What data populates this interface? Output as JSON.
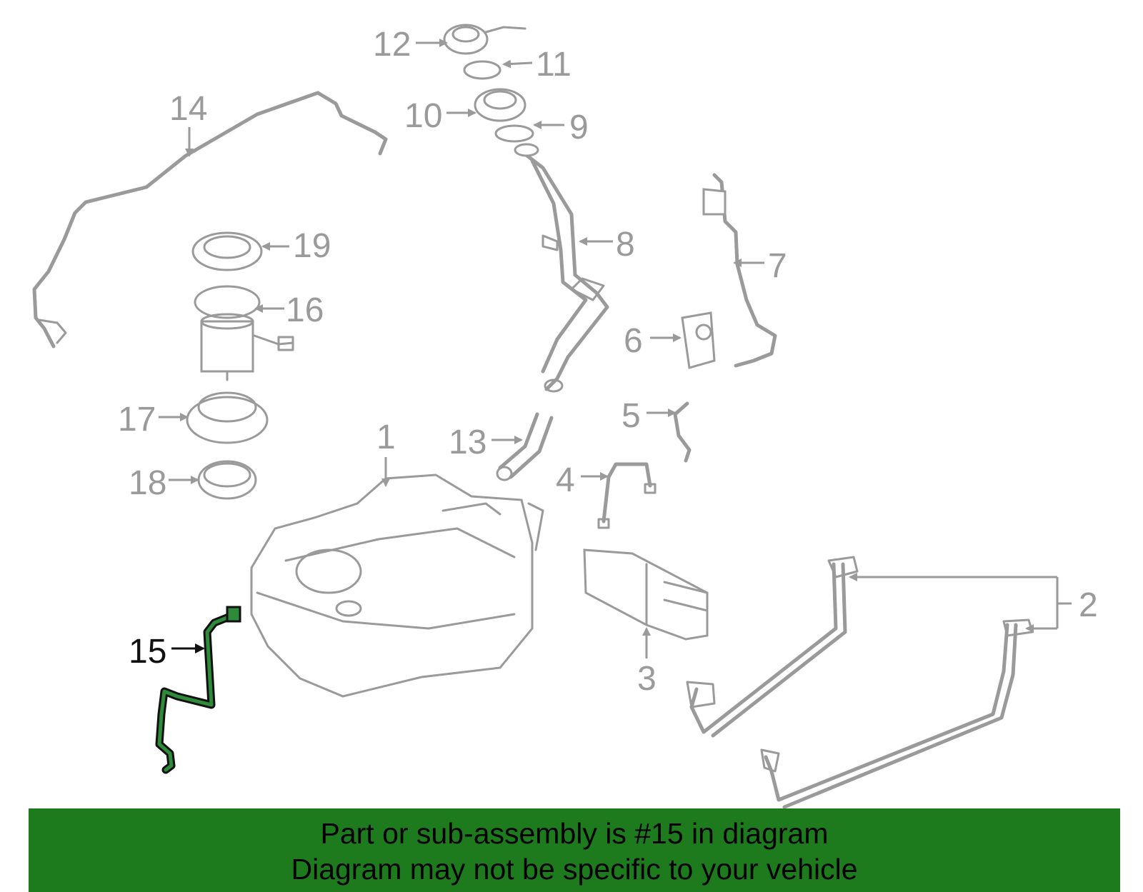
{
  "callouts": {
    "c1": "1",
    "c2": "2",
    "c3": "3",
    "c4": "4",
    "c5": "5",
    "c6": "6",
    "c7": "7",
    "c8": "8",
    "c9": "9",
    "c10": "10",
    "c11": "11",
    "c12": "12",
    "c13": "13",
    "c14": "14",
    "c15": "15",
    "c16": "16",
    "c17": "17",
    "c18": "18",
    "c19": "19"
  },
  "highlight": {
    "part": "15",
    "color": "#2e8b3a"
  },
  "colors": {
    "line": "#9a9a9a",
    "banner": "#1d7a1d",
    "highlight": "#2e8b3a"
  },
  "banner": {
    "line1": "Part or sub-assembly is #15 in diagram",
    "line2": "Diagram may not be specific to your vehicle"
  }
}
